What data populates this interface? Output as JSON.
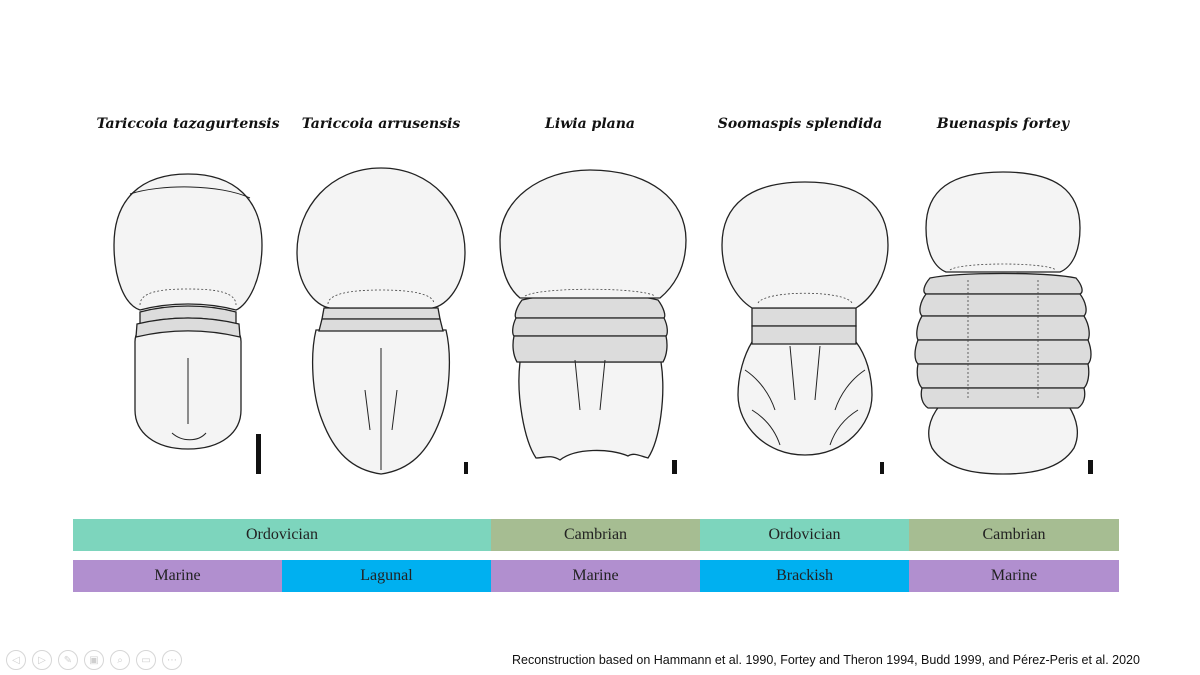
{
  "taxa": [
    {
      "name": "Tariccoia tazagurtensis"
    },
    {
      "name": "Tariccoia arrusensis"
    },
    {
      "name": "Liwia plana"
    },
    {
      "name": "Soomaspis splendida"
    },
    {
      "name": "Buenaspis fortey"
    }
  ],
  "period_bar": [
    {
      "label": "Ordovician",
      "color": "#7dd5bd"
    },
    {
      "label": "Cambrian",
      "color": "#a6bd92"
    },
    {
      "label": "Ordovician",
      "color": "#7dd5bd"
    },
    {
      "label": "Cambrian",
      "color": "#a6bd92"
    }
  ],
  "environment_bar": [
    {
      "label": "Marine",
      "color": "#b18fcf"
    },
    {
      "label": "Lagunal",
      "color": "#00b0f0"
    },
    {
      "label": "Marine",
      "color": "#b18fcf"
    },
    {
      "label": "Brackish",
      "color": "#00b0f0"
    },
    {
      "label": "Marine",
      "color": "#b18fcf"
    }
  ],
  "caption": "Reconstruction based on Hammann et al. 1990, Fortey and Theron 1994, Budd 1999, and Pérez-Peris et al. 2020",
  "colors": {
    "fill": "#f4f4f4",
    "segment": "#dcdcdc",
    "stroke": "#222222"
  },
  "slide_controls": [
    {
      "icon": "previous-icon",
      "glyph": "◁"
    },
    {
      "icon": "next-icon",
      "glyph": "▷"
    },
    {
      "icon": "pen-icon",
      "glyph": "✎"
    },
    {
      "icon": "slides-icon",
      "glyph": "▣"
    },
    {
      "icon": "zoom-icon",
      "glyph": "⌕"
    },
    {
      "icon": "subtitles-icon",
      "glyph": "▭"
    },
    {
      "icon": "more-icon",
      "glyph": "⋯"
    }
  ]
}
